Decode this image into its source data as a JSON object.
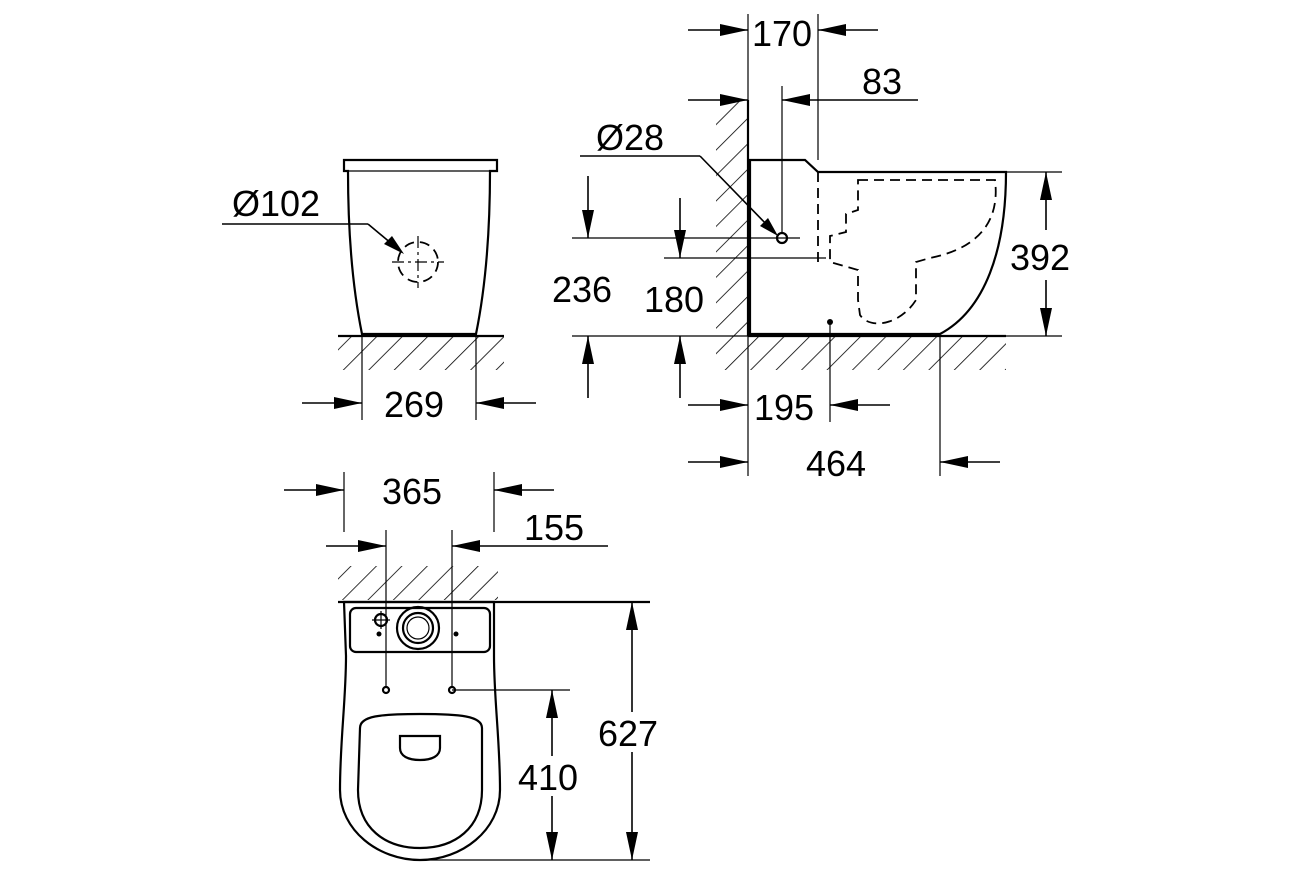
{
  "dimensions": {
    "front_outlet_diameter": "Ø102",
    "front_width": "269",
    "side_inlet_diameter": "Ø28",
    "side_top_offset": "170",
    "side_inlet_offset": "83",
    "side_height_236": "236",
    "side_height_180": "180",
    "side_height_392": "392",
    "side_base_195": "195",
    "side_depth_464": "464",
    "top_width_365": "365",
    "top_spacing_155": "155",
    "top_length_627": "627",
    "top_fixing_410": "410"
  }
}
